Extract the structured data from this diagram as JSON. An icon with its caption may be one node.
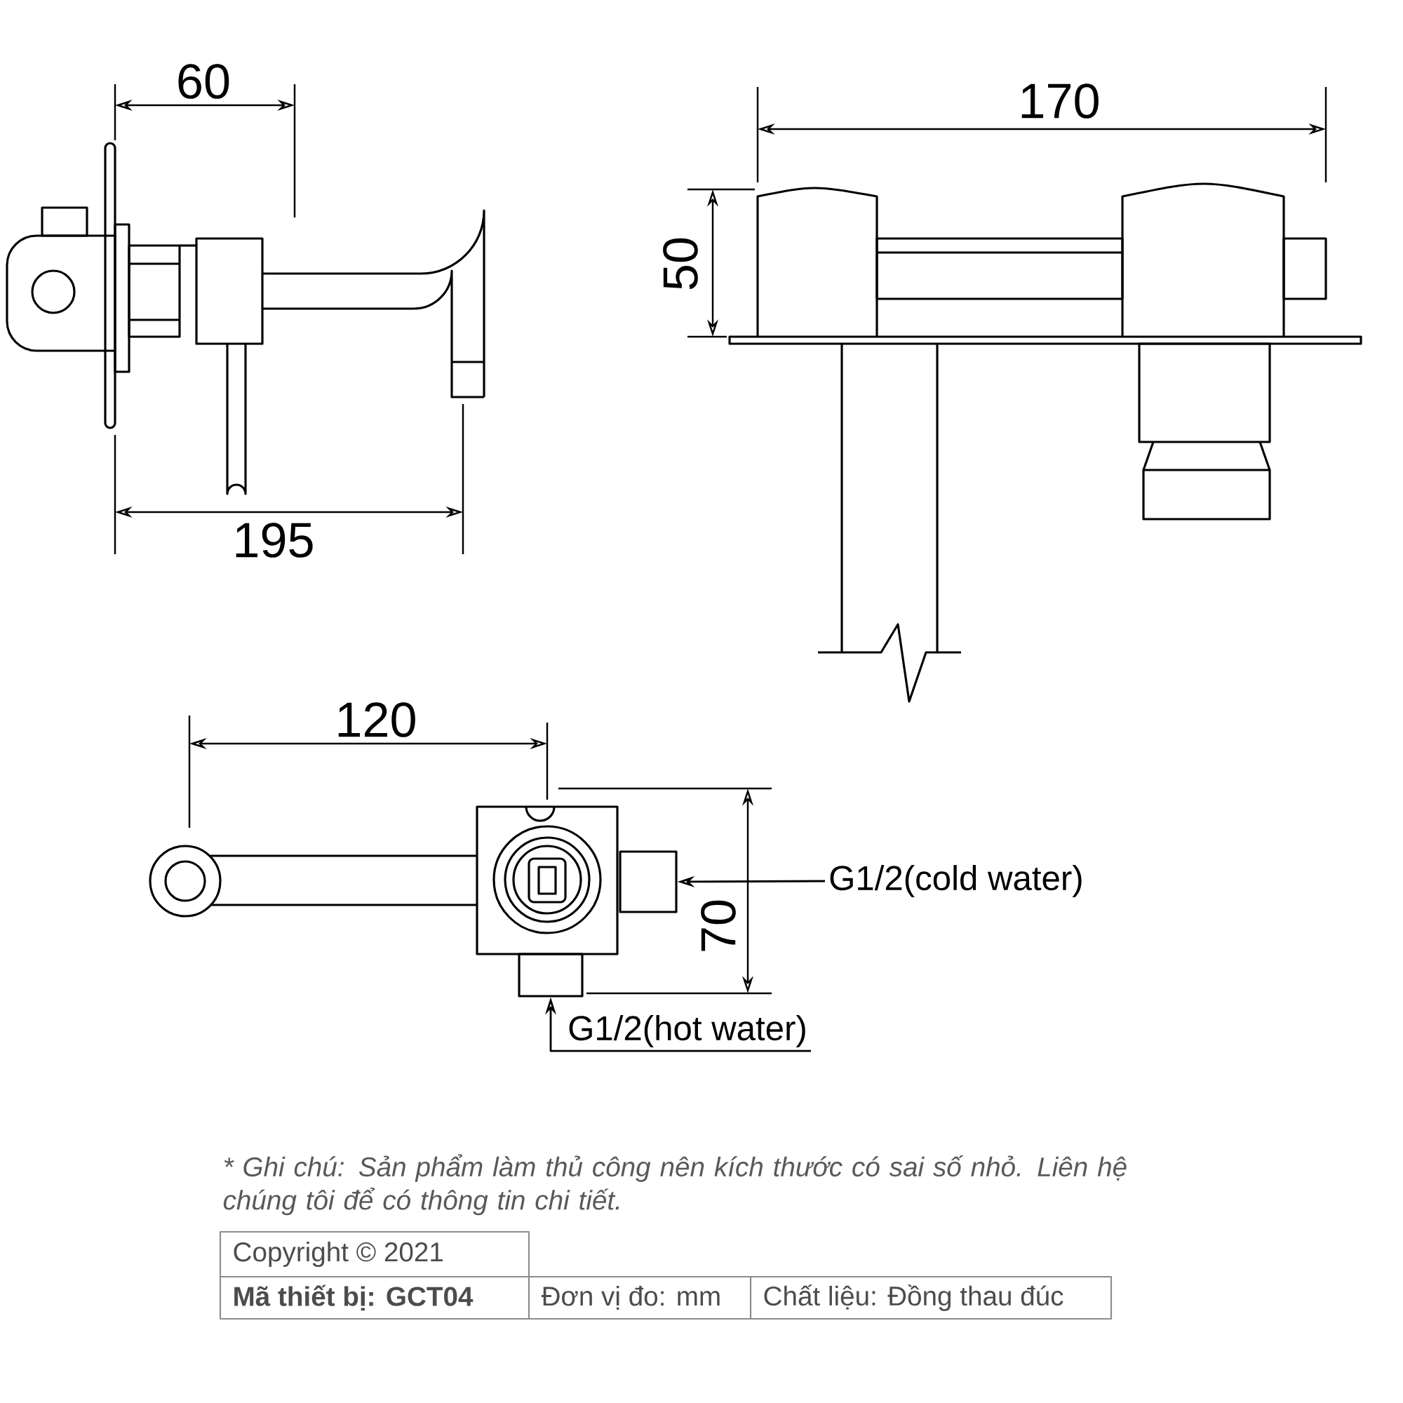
{
  "diagram": {
    "nodes": [
      {
        "text": [
          "G1/2(cold water)"
        ]
      },
      {
        "text": [],
        "shape": "box"
      },
      {
        "text": [
          "G1/2(hot water)"
        ]
      },
      {
        "text": [],
        "shape": "box"
      }
    ],
    "edges": [
      {
        "from": 0,
        "to": 1,
        "arrow": "to"
      },
      {
        "from": 2,
        "to": 3,
        "arrow": "to"
      }
    ],
    "labels": [
      "60",
      "170",
      "50",
      "195",
      "120",
      "70",
      "* Ghi chú: Sản phẩm làm thủ công nên kích thước có sai số nhỏ. Liên hệ chúng tôi để có thông tin chi tiết.",
      "Copyright © 2021",
      "Mã thiết bị: GCT04",
      "Đơn vị đo: mm",
      "Chất liệu: Đồng thau đúc"
    ]
  }
}
